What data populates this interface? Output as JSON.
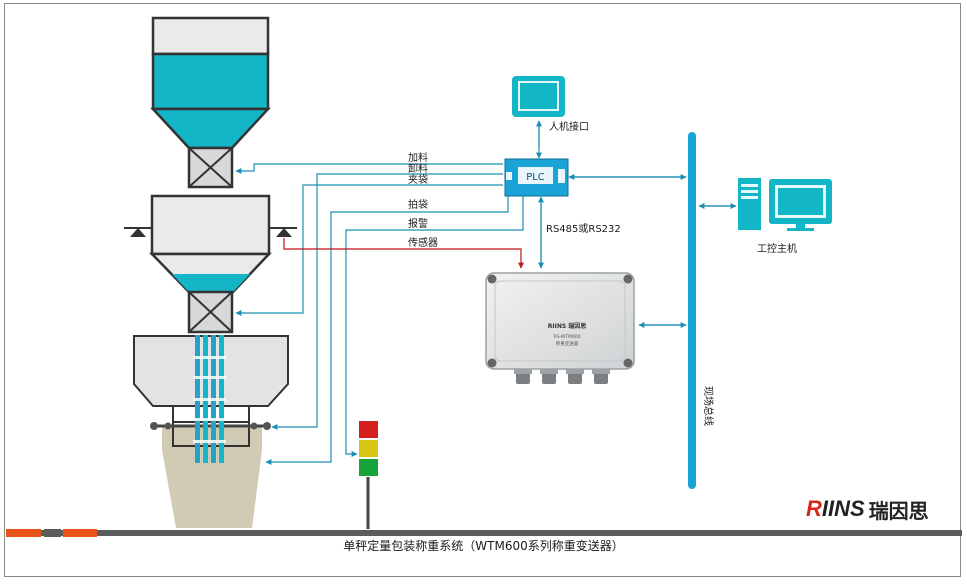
{
  "labels": {
    "hmi": "人机接口",
    "plc": "PLC",
    "ipc": "工控主机",
    "fieldbus": "现场总线",
    "comm": "RS485或RS232",
    "sig_feed": "加料",
    "sig_discharge": "卸料",
    "sig_clamp": "夹袋",
    "sig_release": "拍袋",
    "sig_alarm": "报警",
    "sig_sensor": "传感器",
    "transmitter_brand": "RIINS 瑞因思",
    "transmitter_model": "RS-WTM600",
    "transmitter_sub": "称重变送器"
  },
  "brand": {
    "latin_a": "R",
    "latin_b": "IINS",
    "cn": "瑞因思"
  },
  "caption": "单秤定量包装称重系统（WTM600系列称重变送器）",
  "colors": {
    "teal": "#13b6c6",
    "line_blue": "#1a8fb5",
    "sensor_red": "#c0131a",
    "lamp_red": "#d41f1f",
    "lamp_yellow": "#d6c614",
    "lamp_green": "#17a43a",
    "brand_orange": "#e9541c",
    "bar_gray": "#5c5c5c"
  },
  "icons": [
    "hmi-monitor-icon",
    "plc-module-icon",
    "pc-tower-icon",
    "pc-monitor-icon",
    "signal-lamp-icon",
    "transmitter-box-icon"
  ]
}
